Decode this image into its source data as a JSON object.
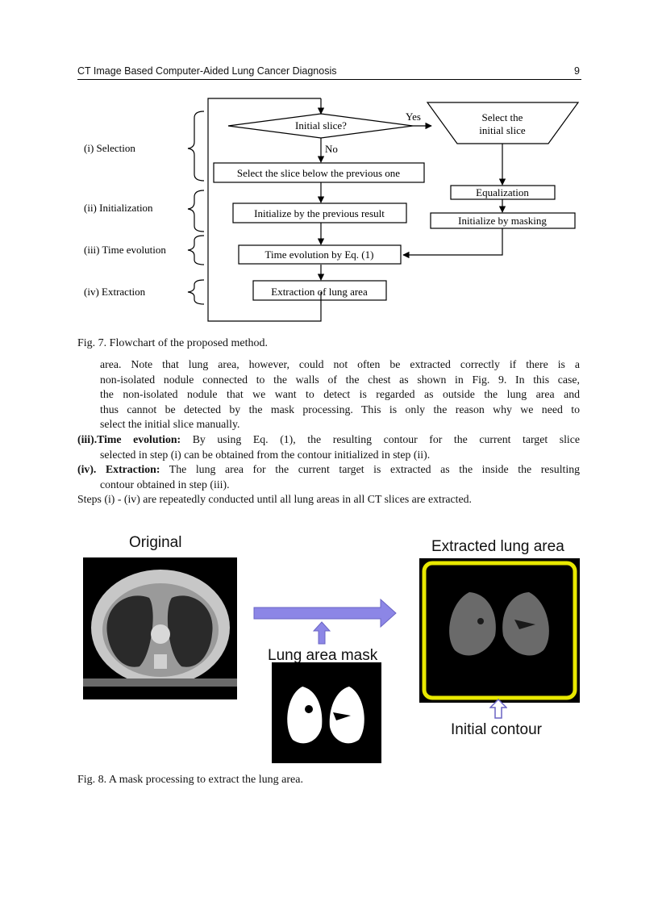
{
  "header": {
    "title": "CT Image Based Computer-Aided Lung Cancer Diagnosis",
    "page_number": "9"
  },
  "flowchart": {
    "stages": [
      "(i) Selection",
      "(ii) Initialization",
      "(iii) Time evolution",
      "(iv) Extraction"
    ],
    "decision": "Initial slice?",
    "yes_label": "Yes",
    "no_label": "No",
    "select_initial_line1": "Select the",
    "select_initial_line2": "initial slice",
    "select_below": "Select the slice below the previous one",
    "equalization": "Equalization",
    "init_previous": "Initialize by the previous result",
    "init_masking": "Initialize by masking",
    "time_evolution": "Time evolution by Eq. (1)",
    "extraction": "Extraction of lung area"
  },
  "fig7_caption": "Fig. 7. Flowchart of the proposed method.",
  "body": {
    "p1_lines": [
      "area. Note that lung area, however, could not often be extracted correctly if there is a",
      "non-isolated nodule connected to the walls of the chest as shown in Fig. 9. In this case,",
      "the non-isolated nodule that we want to detect is regarded as outside the lung area and",
      "thus cannot be detected by the mask processing. This is only the reason why we need to",
      "select the initial slice manually."
    ],
    "iii_label": "(iii).Time evolution:",
    "iii_line1": "By using Eq. (1), the resulting contour for the current target slice",
    "iii_line2": "selected in step (i) can be obtained from the contour initialized in step (ii).",
    "iv_label": "(iv). Extraction:",
    "iv_line1": "The lung area for the current target is extracted as the inside the resulting",
    "iv_line2": "contour obtained in step (iii).",
    "steps": "Steps (i) - (iv) are repeatedly conducted until all lung areas in all CT slices are extracted."
  },
  "fig8": {
    "original_label": "Original",
    "extracted_label": "Extracted lung area",
    "mask_label": "Lung area mask",
    "contour_label": "Initial contour",
    "caption": "Fig. 8. A mask processing to extract the lung area."
  },
  "colors": {
    "arrow_purple": "#8c86e6",
    "contour_yellow": "#e8e800"
  }
}
